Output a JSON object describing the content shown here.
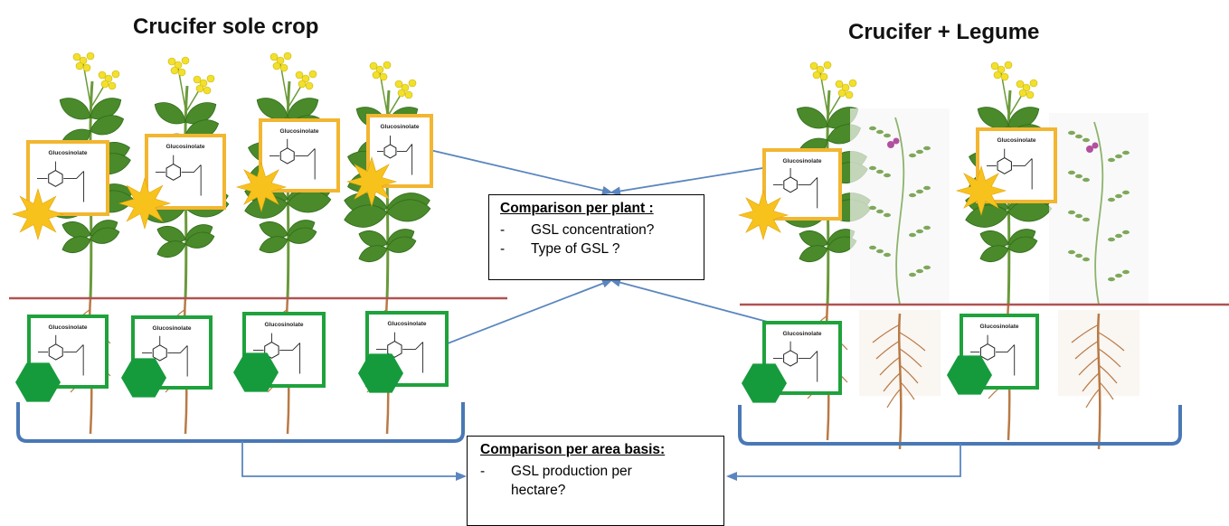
{
  "headings": {
    "left": "Crucifer sole crop",
    "right": "Crucifer + Legume"
  },
  "plant_box": {
    "title": "Comparison per plant :",
    "items": [
      "GSL concentration?",
      "Type of GSL ?"
    ]
  },
  "area_box": {
    "title": "Comparison per area basis:",
    "items": [
      "GSL production per hectare?"
    ]
  },
  "molecule_label": "Glucosinolate",
  "colors": {
    "shoot_frame": "#f2b630",
    "root_frame": "#1fa23c",
    "star": "#f8c21d",
    "hexagon": "#169b3c",
    "soil_line": "#b05252",
    "bracket": "#4a78b5",
    "arrow": "#5a86bf",
    "leaf": "#4a8a2a",
    "flower": "#f2e02a",
    "legume_flower": "#b24fa0",
    "root": "#b97a45"
  }
}
